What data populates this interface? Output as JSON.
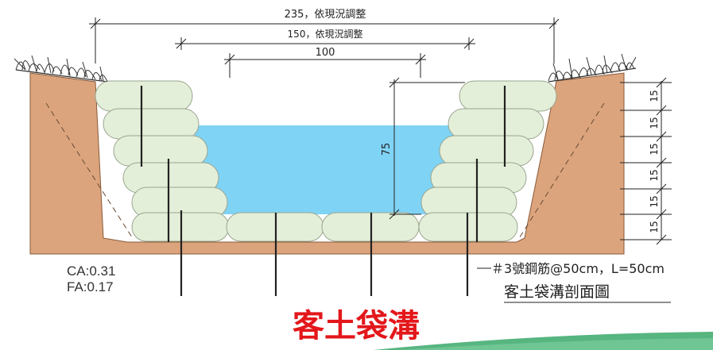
{
  "dimensions": {
    "top_width": "235，依現況調整",
    "mid_width": "150，依現況調整",
    "bottom_width": "100",
    "water_depth": "75",
    "layer_heights": [
      "15",
      "15",
      "15",
      "15",
      "15",
      "15"
    ]
  },
  "coefficients": {
    "ca": "CA:0.31",
    "fa": "FA:0.17"
  },
  "rebar_note": "＃3號鋼筋@50cm，L=50cm",
  "section_title": "客土袋溝剖面圖",
  "main_title": "客土袋溝",
  "colors": {
    "soil": "#dba47c",
    "water": "#7fd3f5",
    "sandbag": "#e4efd9",
    "accent_red": "#e3171b",
    "accent_green": "#3aa86a"
  }
}
